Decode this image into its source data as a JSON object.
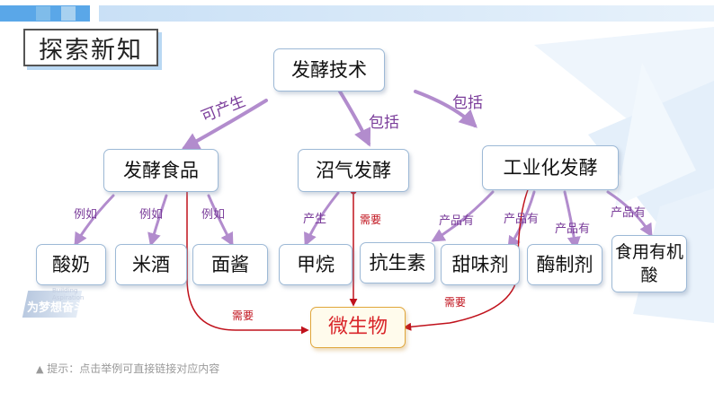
{
  "header": {
    "title": "探索新知"
  },
  "colors": {
    "arrow_purple": "#b28ccd",
    "need_red": "#c0121c",
    "hub_border": "#e0a63b",
    "topbar_blue": "#5aa7e8"
  },
  "nodes": {
    "root": "发酵技术",
    "food": "发酵食品",
    "biogas": "沼气发酵",
    "industrial": "工业化发酵",
    "yogurt": "酸奶",
    "rice_wine": "米酒",
    "bean_sauce": "面酱",
    "methane": "甲烷",
    "antibiotic": "抗生素",
    "sweetener": "甜味剂",
    "enzyme": "酶制剂",
    "organic_acid": "食用有机酸",
    "microbe": "微生物"
  },
  "edge_labels": {
    "can_produce": "可产生",
    "includes_1": "包括",
    "includes_2": "包括",
    "example_1": "例如",
    "example_2": "例如",
    "example_3": "例如",
    "produce": "产生",
    "need_1": "需要",
    "need_2": "需要",
    "need_3": "需要",
    "product_1": "产品有",
    "product_2": "产品有",
    "product_3": "产品有",
    "product_4": "产品有"
  },
  "logo": {
    "text": "为梦想奋斗",
    "small": "Building Aspiration"
  },
  "footer": {
    "hint_icon": "up-arrow-icon",
    "hint": "提示：点击举例可直接链接对应内容"
  }
}
